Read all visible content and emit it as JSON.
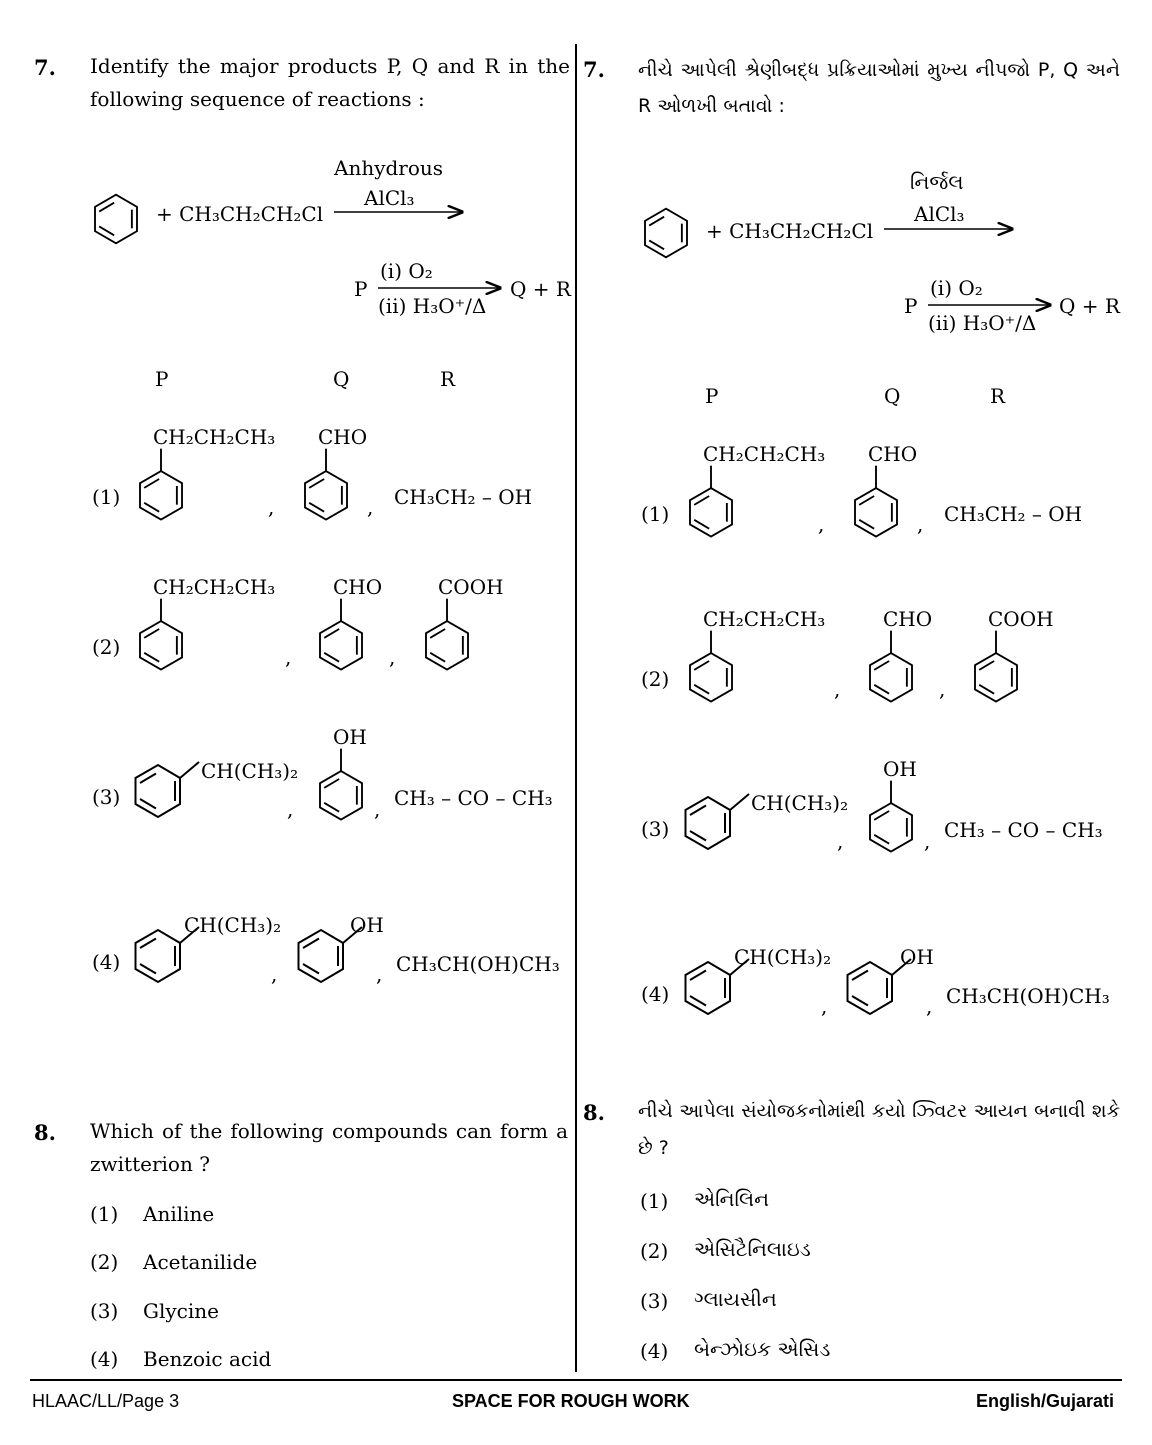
{
  "english": {
    "q7": {
      "number": "7.",
      "text": "Identify the major products P, Q and R in the following sequence of reactions :",
      "reagent_line1": "Anhydrous",
      "reagent_line2": "AlCl₃",
      "reactant": "+ CH₃CH₂CH₂Cl",
      "step2_start": "P",
      "step2_top": "(i) O₂",
      "step2_bottom": "(ii) H₃O⁺/Δ",
      "step2_end": "Q + R",
      "headers": [
        "P",
        "Q",
        "R"
      ],
      "options": [
        {
          "label": "(1)",
          "p": "CH₂CH₂CH₃",
          "q": "CHO",
          "r": "CH₃CH₂ – OH"
        },
        {
          "label": "(2)",
          "p": "CH₂CH₂CH₃",
          "q": "CHO",
          "r": "COOH"
        },
        {
          "label": "(3)",
          "p": "CH(CH₃)₂",
          "q": "OH",
          "r": "CH₃ – CO – CH₃"
        },
        {
          "label": "(4)",
          "p": "CH(CH₃)₂",
          "q": "OH",
          "r": "CH₃CH(OH)CH₃"
        }
      ]
    },
    "q8": {
      "number": "8.",
      "text": "Which of the following compounds can form a zwitterion ?",
      "options": [
        {
          "label": "(1)",
          "text": "Aniline"
        },
        {
          "label": "(2)",
          "text": "Acetanilide"
        },
        {
          "label": "(3)",
          "text": "Glycine"
        },
        {
          "label": "(4)",
          "text": "Benzoic acid"
        }
      ]
    }
  },
  "gujarati": {
    "q7": {
      "number": "7.",
      "text": "નીચે આપેલી શ્રેણીબદ્ધ પ્રક્રિયાઓમાં મુખ્ય નીપજો P, Q અને R ઓળખી બતાવો :",
      "reagent_line1": "નિર્જલ",
      "reagent_line2": "AlCl₃",
      "reactant": "+ CH₃CH₂CH₂Cl",
      "step2_start": "P",
      "step2_top": "(i) O₂",
      "step2_bottom": "(ii) H₃O⁺/Δ",
      "step2_end": "Q + R",
      "headers": [
        "P",
        "Q",
        "R"
      ],
      "options": [
        {
          "label": "(1)",
          "p": "CH₂CH₂CH₃",
          "q": "CHO",
          "r": "CH₃CH₂ – OH"
        },
        {
          "label": "(2)",
          "p": "CH₂CH₂CH₃",
          "q": "CHO",
          "r": "COOH"
        },
        {
          "label": "(3)",
          "p": "CH(CH₃)₂",
          "q": "OH",
          "r": "CH₃ – CO – CH₃"
        },
        {
          "label": "(4)",
          "p": "CH(CH₃)₂",
          "q": "OH",
          "r": "CH₃CH(OH)CH₃"
        }
      ]
    },
    "q8": {
      "number": "8.",
      "text": "નીચે આપેલા સંયોજકનોમાંથી કયો ઝ્વિટર આયન બનાવી શકે છે ?",
      "options": [
        {
          "label": "(1)",
          "text": "એનિલિન"
        },
        {
          "label": "(2)",
          "text": "એસિટૈનિલાઇડ"
        },
        {
          "label": "(3)",
          "text": "ગ્લાયસીન"
        },
        {
          "label": "(4)",
          "text": "બેન્ઝોઇક એસિડ"
        }
      ]
    }
  },
  "footer": {
    "left": "HLAAC/LL/Page 3",
    "center": "SPACE FOR ROUGH WORK",
    "right": "English/Gujarati"
  }
}
